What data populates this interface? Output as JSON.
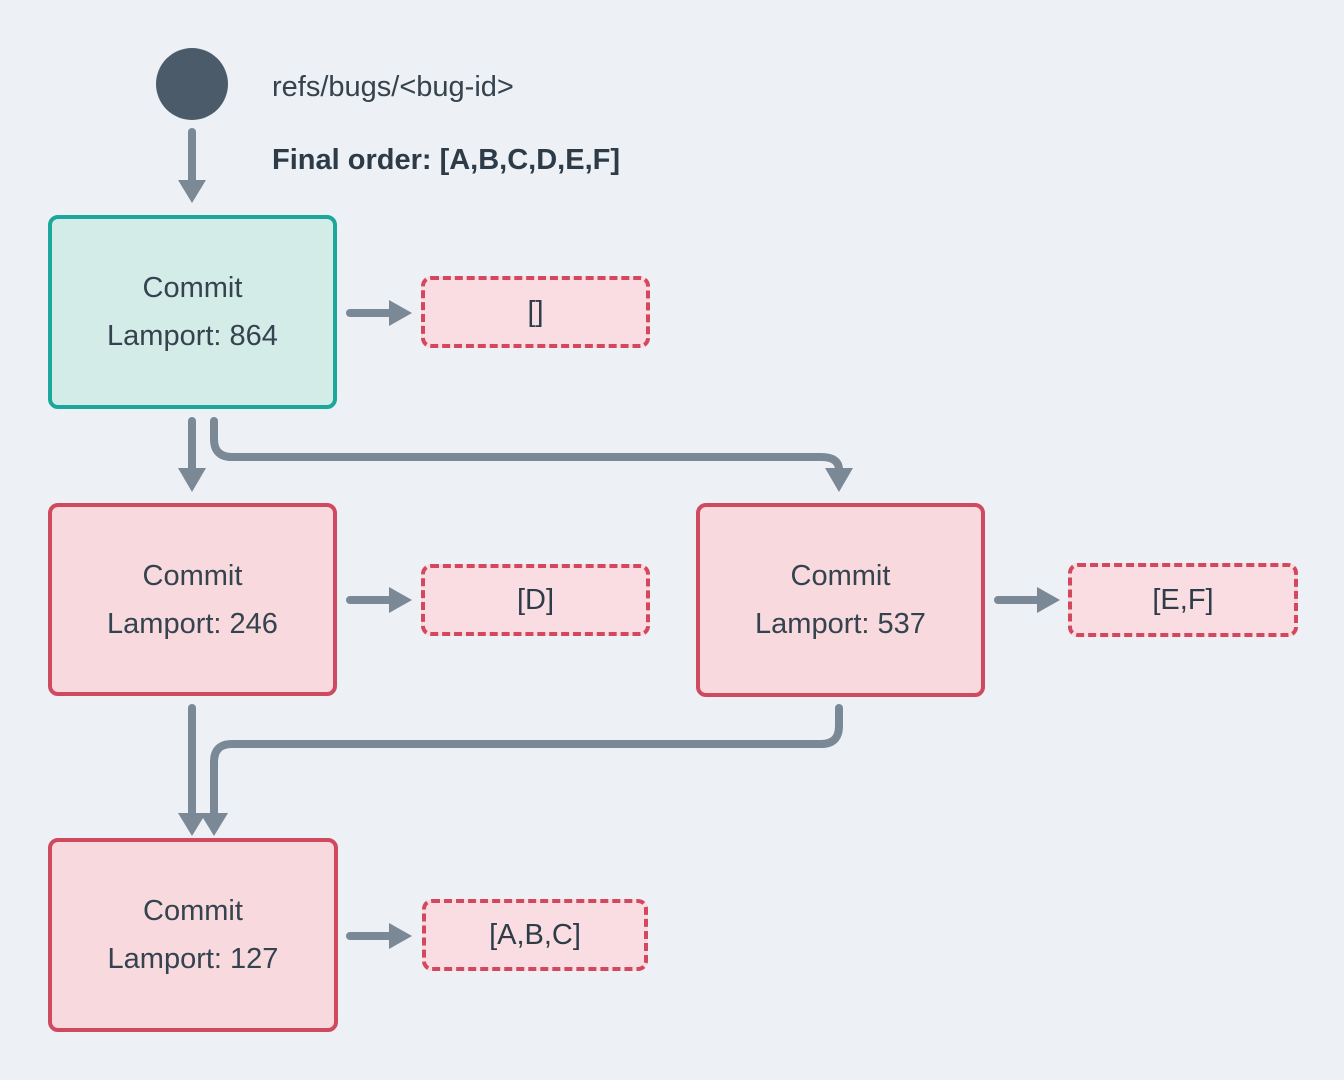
{
  "ref": {
    "label": "refs/bugs/<bug-id>",
    "final_order_label": "Final order: [A,B,C,D,E,F]"
  },
  "commits": [
    {
      "title": "Commit",
      "lamport": "Lamport: 864",
      "payload": "[]",
      "variant": "teal-head"
    },
    {
      "title": "Commit",
      "lamport": "Lamport: 246",
      "payload": "[D]",
      "variant": "pink"
    },
    {
      "title": "Commit",
      "lamport": "Lamport: 537",
      "payload": "[E,F]",
      "variant": "pink"
    },
    {
      "title": "Commit",
      "lamport": "Lamport: 127",
      "payload": "[A,B,C]",
      "variant": "pink"
    }
  ],
  "colors": {
    "background": "#edf0f4",
    "ref_circle": "#4c5b6a",
    "arrow": "#7b8997",
    "text_dark": "#35434f",
    "teal_border": "#1ba89b",
    "teal_fill": "#d3ece8",
    "red_border": "#d04a5f",
    "pink_fill": "#f7d9de",
    "dashed_border": "#d4485e",
    "dashed_fill": "#f9dde2"
  }
}
